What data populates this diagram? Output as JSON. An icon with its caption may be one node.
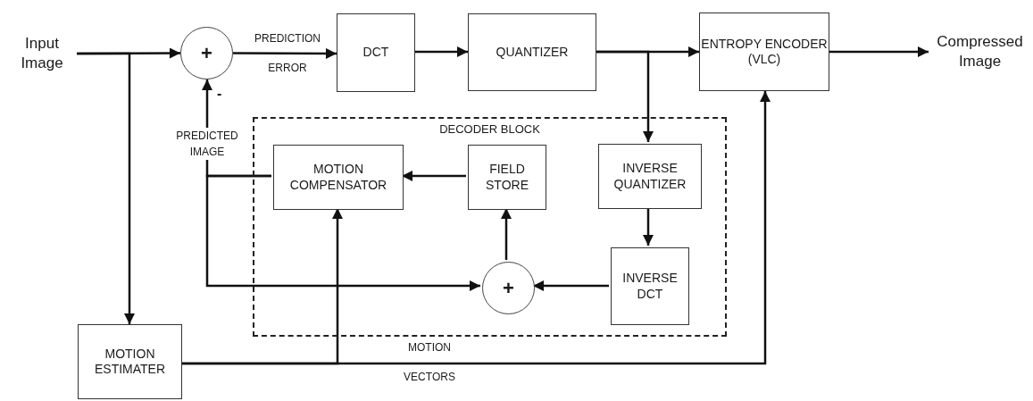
{
  "diagram": {
    "nodes": [
      {
        "text": [
          "Input Image"
        ]
      },
      {
        "text": [
          "+"
        ]
      },
      {
        "text": [
          "DCT"
        ]
      },
      {
        "text": [
          "QUANTIZER"
        ]
      },
      {
        "text": [
          "ENTROPY ENCODER (VLC)"
        ]
      },
      {
        "text": [
          "Compressed Image"
        ]
      },
      {
        "text": [
          "DECODER BLOCK"
        ]
      },
      {
        "text": [
          "MOTION COMPENSATOR"
        ],
        "in": 6
      },
      {
        "text": [
          "FIELD STORE"
        ],
        "in": 6
      },
      {
        "text": [
          "INVERSE QUANTIZER"
        ],
        "in": 6
      },
      {
        "text": [
          "INVERSE DCT"
        ],
        "in": 6
      },
      {
        "text": [
          "+"
        ],
        "in": 6
      },
      {
        "text": [
          "MOTION ESTIMATER"
        ]
      }
    ],
    "edges": [
      {
        "from": 0,
        "to": 1,
        "arrow": "to"
      },
      {
        "from": 0,
        "to": 12,
        "arrow": "to"
      },
      {
        "from": 1,
        "to": 2,
        "arrow": "to",
        "label": "PREDICTION ERROR"
      },
      {
        "from": 2,
        "to": 3,
        "arrow": "to"
      },
      {
        "from": 3,
        "to": 4,
        "arrow": "to"
      },
      {
        "from": 3,
        "to": 9,
        "arrow": "to"
      },
      {
        "from": 4,
        "to": 5,
        "arrow": "to"
      },
      {
        "from": 7,
        "to": 1,
        "arrow": "to",
        "label": "PREDICTED IMAGE"
      },
      {
        "from": 7,
        "to": 11,
        "arrow": "to"
      },
      {
        "from": 8,
        "to": 7,
        "arrow": "to"
      },
      {
        "from": 9,
        "to": 10,
        "arrow": "to"
      },
      {
        "from": 10,
        "to": 11,
        "arrow": "to"
      },
      {
        "from": 11,
        "to": 8,
        "arrow": "to"
      },
      {
        "from": 12,
        "to": 7,
        "arrow": "to"
      },
      {
        "from": 12,
        "to": 4,
        "arrow": "to",
        "label": "MOTION VECTORS"
      }
    ],
    "labels": [
      "-"
    ]
  }
}
